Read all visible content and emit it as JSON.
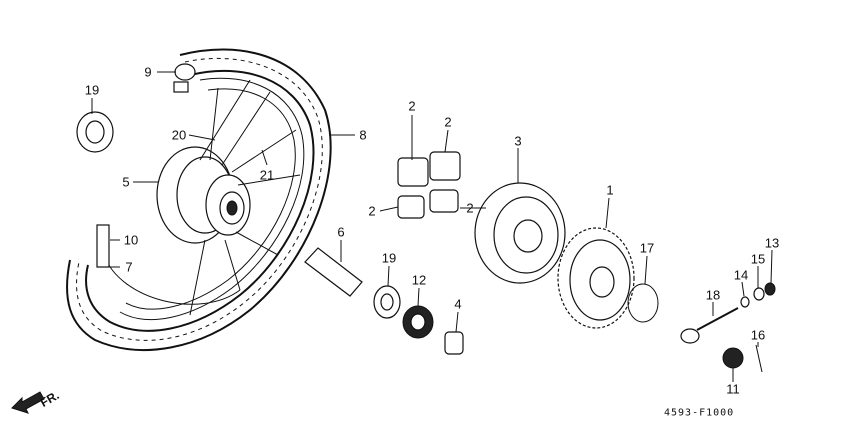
{
  "diagram": {
    "code": "4593-F1000",
    "direction_label": "FR.",
    "callouts": [
      {
        "id": "c9",
        "text": "9"
      },
      {
        "id": "c19a",
        "text": "19"
      },
      {
        "id": "c20",
        "text": "20"
      },
      {
        "id": "c5",
        "text": "5"
      },
      {
        "id": "c21",
        "text": "21"
      },
      {
        "id": "c8",
        "text": "8"
      },
      {
        "id": "c10",
        "text": "10"
      },
      {
        "id": "c7",
        "text": "7"
      },
      {
        "id": "c2a",
        "text": "2"
      },
      {
        "id": "c2b",
        "text": "2"
      },
      {
        "id": "c2c",
        "text": "2"
      },
      {
        "id": "c2d",
        "text": "2"
      },
      {
        "id": "c3",
        "text": "3"
      },
      {
        "id": "c1",
        "text": "1"
      },
      {
        "id": "c6",
        "text": "6"
      },
      {
        "id": "c19b",
        "text": "19"
      },
      {
        "id": "c12",
        "text": "12"
      },
      {
        "id": "c4",
        "text": "4"
      },
      {
        "id": "c17",
        "text": "17"
      },
      {
        "id": "c13",
        "text": "13"
      },
      {
        "id": "c15",
        "text": "15"
      },
      {
        "id": "c14",
        "text": "14"
      },
      {
        "id": "c18",
        "text": "18"
      },
      {
        "id": "c16",
        "text": "16"
      },
      {
        "id": "c11",
        "text": "11"
      }
    ]
  }
}
